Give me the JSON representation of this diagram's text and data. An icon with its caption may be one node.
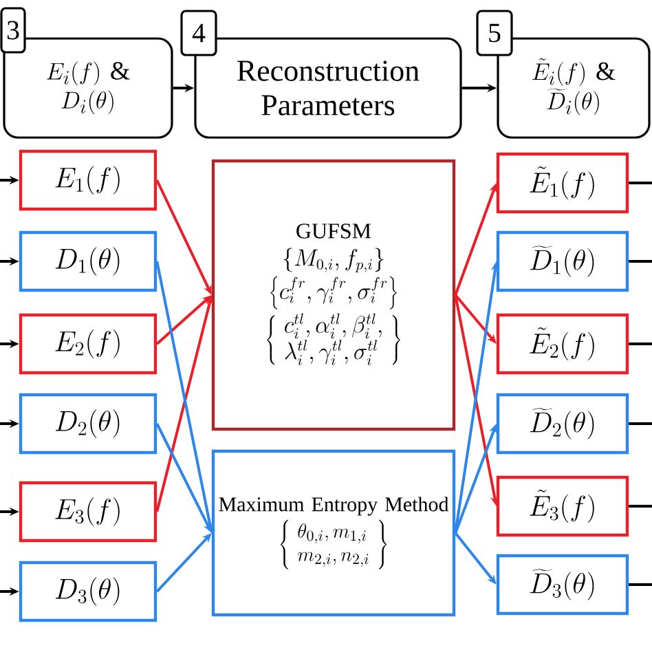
{
  "diagram": {
    "nodes": [
      {
        "text": [
          "3"
        ]
      },
      {
        "text": [
          "\\begin{array}{c}E_i(f)\\ \\&\\\\ D_i(\\theta)\\end{array}"
        ]
      },
      {
        "text": [
          "4"
        ]
      },
      {
        "text": [
          "Reconstruction Parameters"
        ]
      },
      {
        "text": [
          "5"
        ]
      },
      {
        "text": [
          "\\begin{array}{c}\\tilde{E}_i(f)\\ \\&\\\\ \\widetilde{D}_i(\\theta)\\end{array}"
        ]
      },
      {
        "text": [
          "E_1(f)"
        ]
      },
      {
        "text": [
          "D_1(\\theta)"
        ]
      },
      {
        "text": [
          "E_2(f)"
        ]
      },
      {
        "text": [
          "D_2(\\theta)"
        ]
      },
      {
        "text": [
          "E_3(f)"
        ]
      },
      {
        "text": [
          "D_3(\\theta)"
        ]
      },
      {
        "text": [
          "GUFSM",
          "\\left\\{M_{0,i},f_{p,i}\\right\\}",
          "\\left\\{c_i^{fr},\\gamma_i^{fr},\\sigma_i^{fr}\\right\\}",
          "\\left\\{\\begin{array}{l}c_i^{tl},\\alpha_i^{tl},\\beta_i^{tl},\\\\ \\lambda_i^{tl},\\gamma_i^{tl},\\sigma_i^{tl}\\end{array}\\right\\}"
        ]
      },
      {
        "text": [
          "Maximum Entropy Method",
          "\\left\\{\\begin{array}{l}\\theta_{0,i},m_{1,i}\\\\ m_{2,i},n_{2,i}\\end{array}\\right\\}"
        ]
      },
      {
        "text": [
          "\\tilde{E}_1(f)"
        ]
      },
      {
        "text": [
          "\\widetilde{D}_1(\\theta)"
        ]
      },
      {
        "text": [
          "\\tilde{E}_2(f)"
        ]
      },
      {
        "text": [
          "\\widetilde{D}_2(\\theta)"
        ]
      },
      {
        "text": [
          "\\tilde{E}_3(f)"
        ]
      },
      {
        "text": [
          "\\widetilde{D}_3(\\theta)"
        ]
      }
    ],
    "edges": [
      {
        "from": 1,
        "to": 3,
        "arrow": "to"
      },
      {
        "from": 3,
        "to": 5,
        "arrow": "to"
      },
      {
        "from": null,
        "to": 6,
        "arrow": "to"
      },
      {
        "from": null,
        "to": 7,
        "arrow": "to"
      },
      {
        "from": null,
        "to": 8,
        "arrow": "to"
      },
      {
        "from": null,
        "to": 9,
        "arrow": "to"
      },
      {
        "from": null,
        "to": 10,
        "arrow": "to"
      },
      {
        "from": null,
        "to": 11,
        "arrow": "to"
      },
      {
        "from": 6,
        "to": 12,
        "arrow": "to",
        "color": "#e8202a"
      },
      {
        "from": 8,
        "to": 12,
        "arrow": "to",
        "color": "#e8202a"
      },
      {
        "from": 10,
        "to": 12,
        "arrow": "to",
        "color": "#e8202a"
      },
      {
        "from": 7,
        "to": 13,
        "arrow": "to",
        "color": "#2e86ea"
      },
      {
        "from": 9,
        "to": 13,
        "arrow": "to",
        "color": "#2e86ea"
      },
      {
        "from": 11,
        "to": 13,
        "arrow": "to",
        "color": "#2e86ea"
      },
      {
        "from": 12,
        "to": 14,
        "arrow": "to",
        "color": "#e8202a"
      },
      {
        "from": 12,
        "to": 16,
        "arrow": "to",
        "color": "#e8202a"
      },
      {
        "from": 12,
        "to": 18,
        "arrow": "to",
        "color": "#e8202a"
      },
      {
        "from": 13,
        "to": 15,
        "arrow": "to",
        "color": "#2e86ea"
      },
      {
        "from": 13,
        "to": 17,
        "arrow": "to",
        "color": "#2e86ea"
      },
      {
        "from": 13,
        "to": 19,
        "arrow": "to",
        "color": "#2e86ea"
      },
      {
        "from": 14,
        "to": null,
        "arrow": "none"
      },
      {
        "from": 15,
        "to": null,
        "arrow": "none"
      },
      {
        "from": 16,
        "to": null,
        "arrow": "none"
      },
      {
        "from": 17,
        "to": null,
        "arrow": "none"
      },
      {
        "from": 18,
        "to": null,
        "arrow": "none"
      },
      {
        "from": 19,
        "to": null,
        "arrow": "none"
      }
    ]
  }
}
